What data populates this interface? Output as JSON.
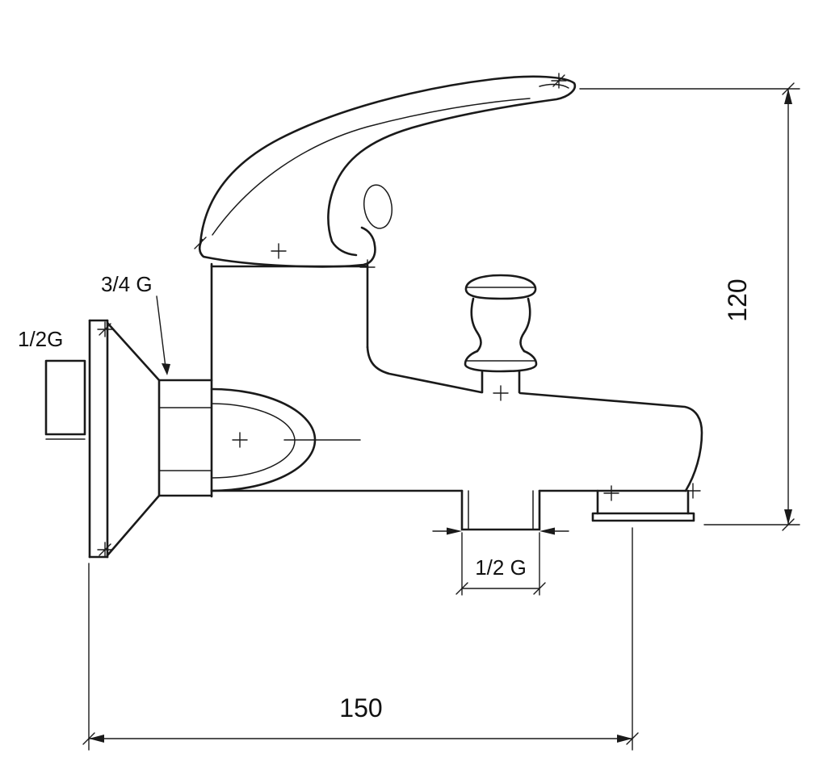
{
  "drawing": {
    "background": "#ffffff",
    "line_color": "#1a1a1a",
    "labels": {
      "wall_pipe_thread": "1/2G",
      "mounting_nut_thread": "3/4 G",
      "spout_outlet_thread": "1/2 G"
    },
    "dimensions": {
      "overall_length": "150",
      "overall_height": "120"
    }
  }
}
